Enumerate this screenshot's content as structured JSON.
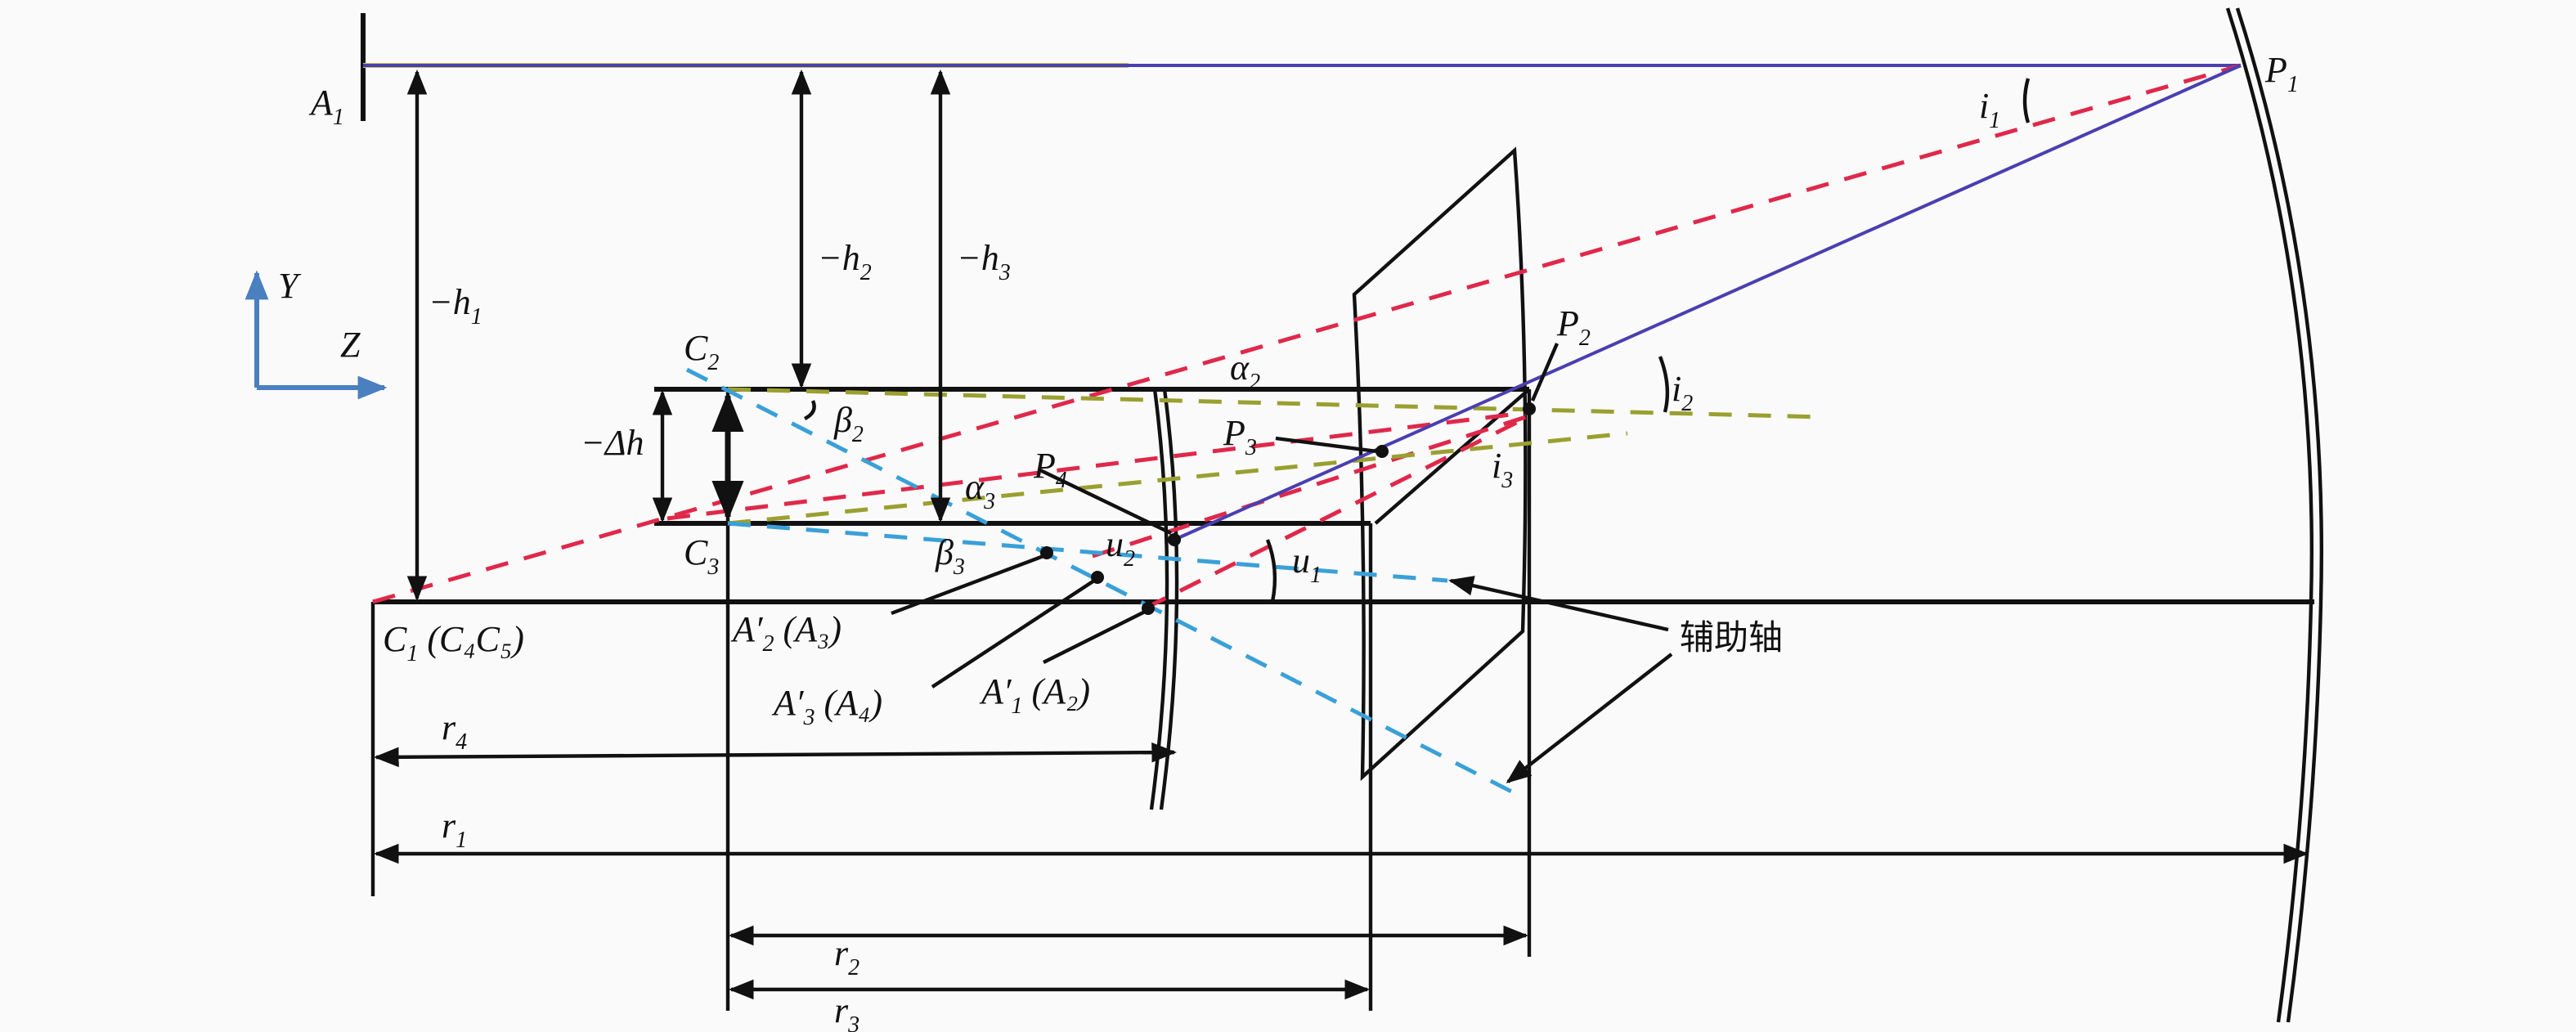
{
  "figure": {
    "axes": {
      "y_label": "Y",
      "z_label": "Z"
    },
    "labels": {
      "A1": {
        "base": "A",
        "sub": "1"
      },
      "P1": {
        "base": "P",
        "sub": "1"
      },
      "i1": {
        "base": "i",
        "sub": "1"
      },
      "P2": {
        "base": "P",
        "sub": "2"
      },
      "i2": {
        "base": "i",
        "sub": "2"
      },
      "P3": {
        "base": "P",
        "sub": "3"
      },
      "i3": {
        "base": "i",
        "sub": "3"
      },
      "P4": {
        "base": "P",
        "sub": "4"
      },
      "alpha2": {
        "base": "α",
        "sub": "2"
      },
      "alpha3": {
        "base": "α",
        "sub": "3"
      },
      "beta2": {
        "base": "β",
        "sub": "2"
      },
      "beta3": {
        "base": "β",
        "sub": "3"
      },
      "u1": {
        "base": "u",
        "sub": "1"
      },
      "u2": {
        "base": "u",
        "sub": "2"
      },
      "C2": {
        "base": "C",
        "sub": "2"
      },
      "C3": {
        "base": "C",
        "sub": "3"
      },
      "h1": {
        "base": "−h",
        "sub": "1"
      },
      "h2": {
        "base": "−h",
        "sub": "2"
      },
      "h3": {
        "base": "−h",
        "sub": "3"
      },
      "dh": {
        "base": "−Δh",
        "sub": ""
      },
      "r1": {
        "base": "r",
        "sub": "1"
      },
      "r2": {
        "base": "r",
        "sub": "2"
      },
      "r3": {
        "base": "r",
        "sub": "3"
      },
      "r4": {
        "base": "r",
        "sub": "4"
      },
      "C1": {
        "base": "C",
        "sub": "1",
        "extra": " (C₄C₅)"
      },
      "A2p": {
        "base": "A′",
        "sub": "2",
        "extra": " (A₃)"
      },
      "A3p": {
        "base": "A′",
        "sub": "3",
        "extra": " (A₄)"
      },
      "A1p": {
        "base": "A′",
        "sub": "1",
        "extra": " (A₂)"
      }
    },
    "aux_axis_label": "辅助轴",
    "colors": {
      "red": "#e0284a",
      "blue": "#4a3fb0",
      "cyan": "#3aa0d8",
      "olive": "#9aa030",
      "axes": "#4a7fc0"
    }
  }
}
